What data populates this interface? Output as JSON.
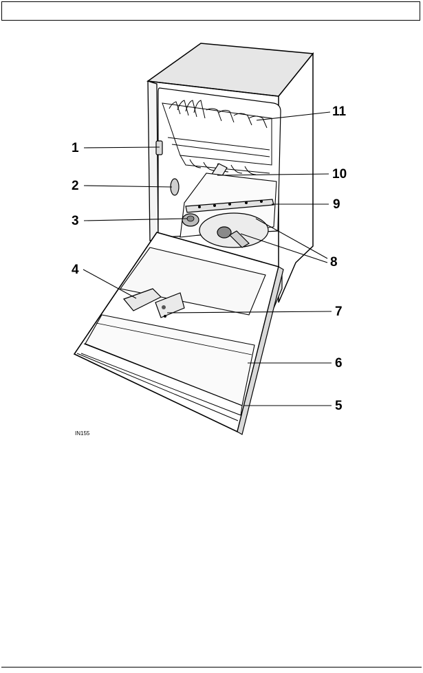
{
  "diagram": {
    "callouts": [
      {
        "id": "1",
        "label": "1"
      },
      {
        "id": "2",
        "label": "2"
      },
      {
        "id": "3",
        "label": "3"
      },
      {
        "id": "4",
        "label": "4"
      },
      {
        "id": "5",
        "label": "5"
      },
      {
        "id": "6",
        "label": "6"
      },
      {
        "id": "7",
        "label": "7"
      },
      {
        "id": "8",
        "label": "8"
      },
      {
        "id": "9",
        "label": "9"
      },
      {
        "id": "10",
        "label": "10"
      },
      {
        "id": "11",
        "label": "11"
      }
    ],
    "reference_code": "IN155"
  }
}
